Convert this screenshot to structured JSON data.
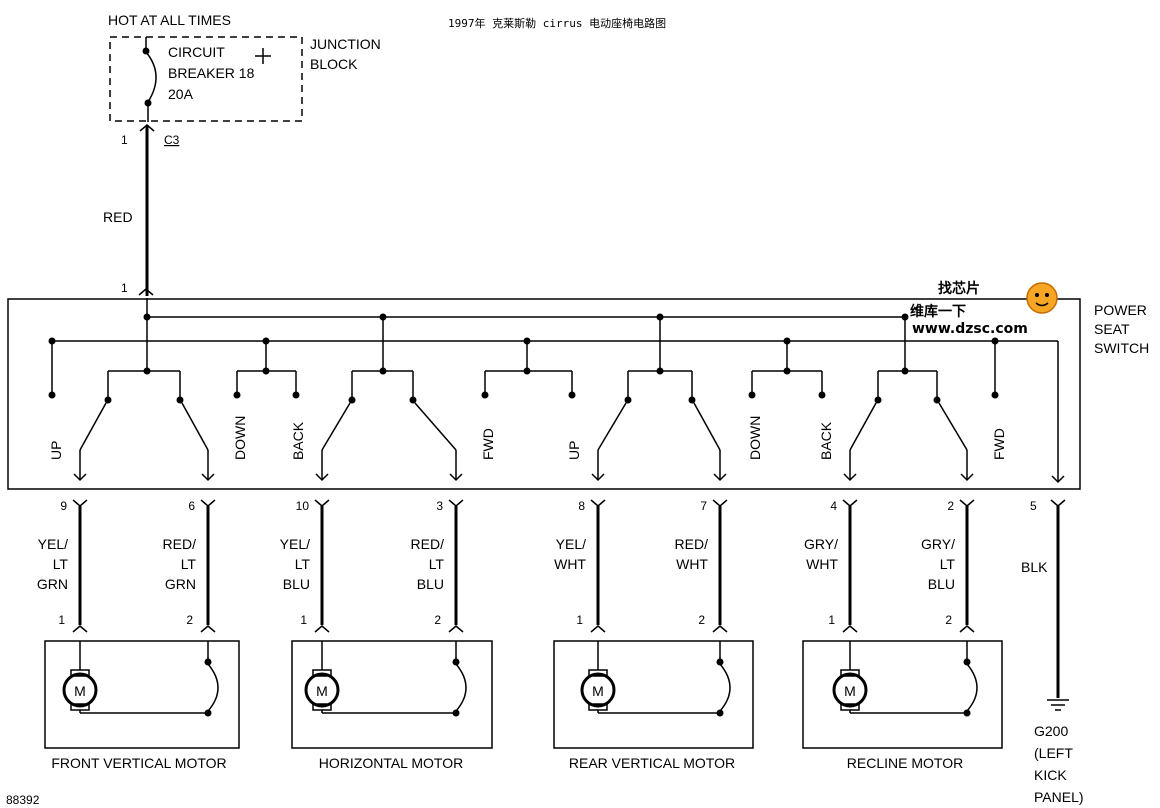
{
  "title": "1997年 克莱斯勒 cirrus 电动座椅电路图",
  "figure_id": "88392",
  "watermark": {
    "line1": "找芯片",
    "line2": "维库一下",
    "url": "www.dzsc.com"
  },
  "power": {
    "hot_label": "HOT AT ALL TIMES",
    "breaker_lines": [
      "CIRCUIT",
      "BREAKER 18",
      "20A"
    ],
    "junction_lines": [
      "JUNCTION",
      "BLOCK"
    ],
    "conn_pin": "1",
    "conn_name": "C3",
    "wire_color": "RED",
    "switch_pin": "1"
  },
  "switch": {
    "lines": [
      "POWER",
      "SEAT",
      "SWITCH"
    ],
    "contacts": [
      "UP",
      "DOWN",
      "BACK",
      "FWD",
      "UP",
      "DOWN",
      "BACK",
      "FWD"
    ]
  },
  "outputs": [
    {
      "pin": "9",
      "wire": [
        "YEL/",
        "LT",
        "GRN"
      ],
      "motor_pin": "1"
    },
    {
      "pin": "6",
      "wire": [
        "RED/",
        "LT",
        "GRN"
      ],
      "motor_pin": "2"
    },
    {
      "pin": "10",
      "wire": [
        "YEL/",
        "LT",
        "BLU"
      ],
      "motor_pin": "1"
    },
    {
      "pin": "3",
      "wire": [
        "RED/",
        "LT",
        "BLU"
      ],
      "motor_pin": "2"
    },
    {
      "pin": "8",
      "wire": [
        "YEL/",
        "WHT"
      ],
      "motor_pin": "1"
    },
    {
      "pin": "7",
      "wire": [
        "RED/",
        "WHT"
      ],
      "motor_pin": "2"
    },
    {
      "pin": "4",
      "wire": [
        "GRY/",
        "WHT"
      ],
      "motor_pin": "1"
    },
    {
      "pin": "2",
      "wire": [
        "GRY/",
        "LT",
        "BLU"
      ],
      "motor_pin": "2"
    }
  ],
  "ground": {
    "pin": "5",
    "wire": "BLK",
    "label": [
      "G200",
      "(LEFT",
      "KICK",
      "PANEL)"
    ]
  },
  "motors": [
    {
      "symbol": "M",
      "name": "FRONT VERTICAL MOTOR"
    },
    {
      "symbol": "M",
      "name": "HORIZONTAL MOTOR"
    },
    {
      "symbol": "M",
      "name": "REAR VERTICAL MOTOR"
    },
    {
      "symbol": "M",
      "name": "RECLINE MOTOR"
    }
  ]
}
